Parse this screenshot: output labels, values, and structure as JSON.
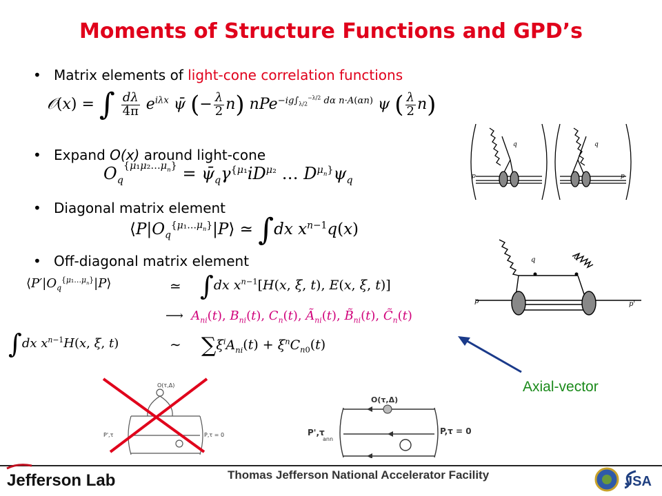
{
  "title": "Moments of Structure Functions and GPD’s",
  "bullets": {
    "b1_text": "Matrix elements of",
    "b1_highlight": "light-cone correlation functions",
    "b2_prefix": "Expand ",
    "b2_italic": "O(x)",
    "b2_suffix": " around light-cone",
    "b3": "Diagonal matrix element",
    "b4": "Off-diagonal matrix element"
  },
  "labels": {
    "axial": "Axial-vector",
    "feyn_q": "q",
    "feyn_q2": "q'",
    "feyn_p": "p",
    "feyn_p2": "p'",
    "op": "O(τ,Δ)",
    "pin_left": "P',τ",
    "pout": "P,τ = 0",
    "pin_right": "P',τ",
    "pin_right_sub": "ann"
  },
  "footer": {
    "lab": "Jefferson Lab",
    "facility": "Thomas Jefferson National Accelerator Facility",
    "jsa": "JSA"
  },
  "colors": {
    "title": "#e0001b",
    "highlight": "#e0001b",
    "axial": "#1a8a1a",
    "arrow": "#1a3a8a",
    "cross": "#e0001b",
    "gpd_symbols": "#d0007a"
  }
}
